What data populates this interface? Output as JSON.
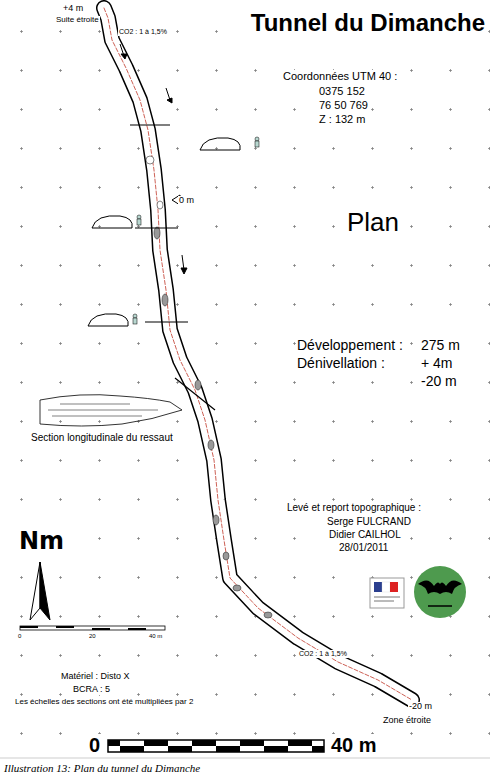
{
  "diagram": {
    "title": "Tunnel du Dimanche",
    "caption": "Illustration 13: Plan du tunnel du Dimanche",
    "labels": [
      "+4 m",
      "Suite étroite",
      "CO2 : 1 à 1,5%",
      "0 m",
      "Coordonnées UTM 40 :",
      "0375 152",
      "76 50 769",
      "Z : 132 m",
      "Plan",
      "Développement :",
      "275 m",
      "Dénivellation :",
      "+ 4m",
      "-20 m",
      "Section longitudinale du ressaut",
      "Levé et report topographique :",
      "Serge FULCRAND",
      "Didier CAILHOL",
      "28/01/2011",
      "Nm",
      "0",
      "20",
      "40 m",
      "Matériel : Disto X",
      "BCRA : 5",
      "Les échelles des sections ont été multipliées par 2",
      "CO2 : 1 à 1,5%",
      "-20 m",
      "Zone étroite",
      "0",
      "40 m"
    ]
  }
}
